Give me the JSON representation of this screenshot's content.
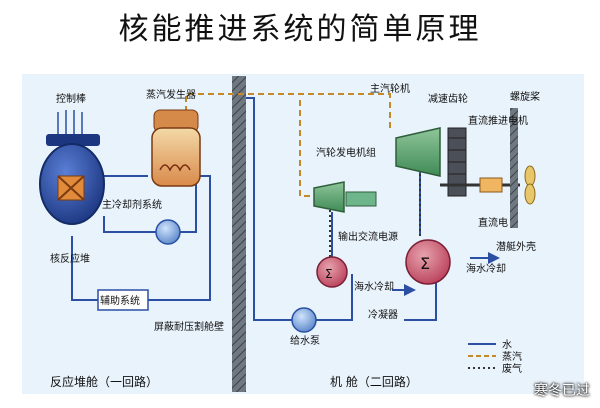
{
  "title": "核能推进系统的简单原理",
  "labels": {
    "control_rod": "控制棒",
    "steam_generator": "蒸汽发生器",
    "main_coolant_system": "主冷却剂系统",
    "reactor": "核反应堆",
    "aux_system": "辅助系统",
    "shield_bulkhead": "屏蔽耐压割舱壁",
    "main_turbine": "主汽轮机",
    "reduction_gear": "减速齿轮",
    "propeller": "螺旋桨",
    "dc_propulsion_motor": "直流推进电机",
    "turbo_generator": "汽轮发电机组",
    "ac_output": "输出交流电源",
    "dc_power": "直流电",
    "hull": "潜艇外壳",
    "seawater_cooling": "海水冷却",
    "seawater_cooling2": "海水冷却",
    "condenser": "冷凝器",
    "feed_pump": "给水泵",
    "reactor_compartment": "反应堆舱（一回路）",
    "engine_compartment": "机  舱（二回路）"
  },
  "legend": [
    {
      "label": "水",
      "style": "solid",
      "color": "#2b4fa3"
    },
    {
      "label": "蒸汽",
      "style": "dashed",
      "color": "#c48a2a"
    },
    {
      "label": "废气",
      "style": "dotted",
      "color": "#333333"
    }
  ],
  "watermark": "寒冬已过"
}
